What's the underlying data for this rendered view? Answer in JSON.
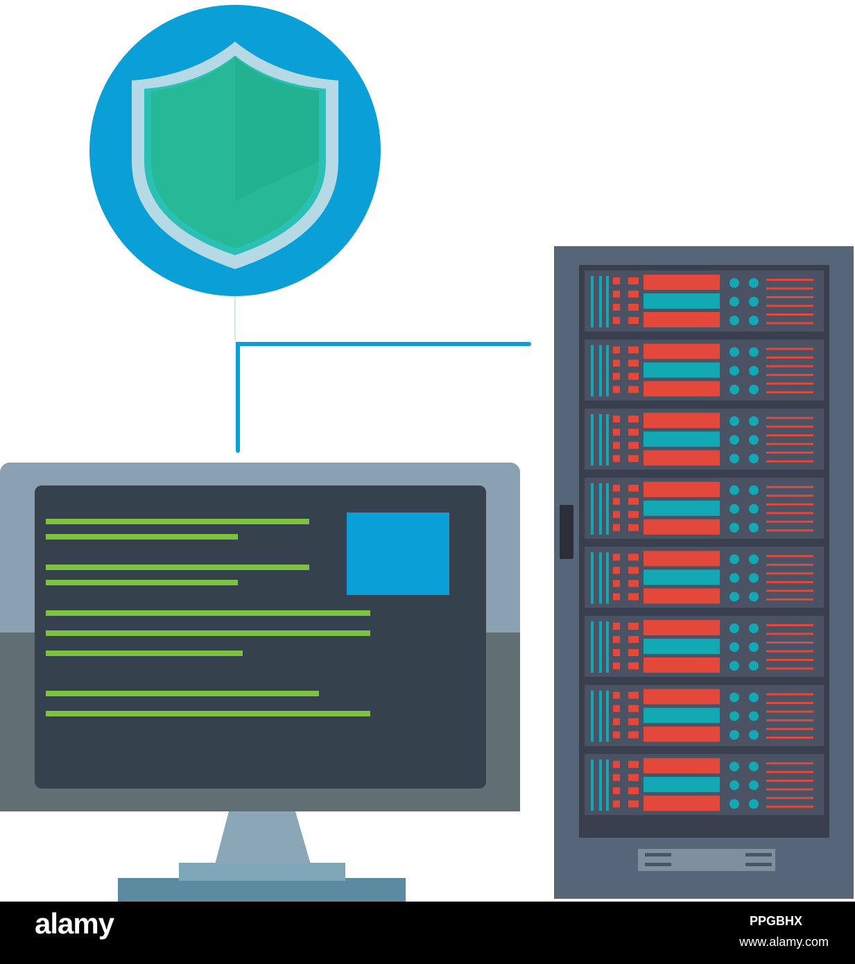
{
  "illustration": {
    "shield_badge": {
      "icon": "shield-icon",
      "circle_color": "#0a9fd6",
      "shield_color": "#27b896"
    },
    "connector_color": "#0a9fd6",
    "monitor": {
      "frame_color": "#8aa1b1",
      "screen_color": "#36414e",
      "text_line_color": "#7ec242",
      "image_block_color": "#0a9fd6"
    },
    "server_rack": {
      "units": 8,
      "cabinet_color": "#566578",
      "panel_red": "#e4483a",
      "panel_teal": "#12a9b5",
      "led_color": "#12a9b5"
    }
  },
  "footer": {
    "brand": "alamy",
    "image_id": "PPGBHX",
    "site": "www.alamy.com"
  }
}
